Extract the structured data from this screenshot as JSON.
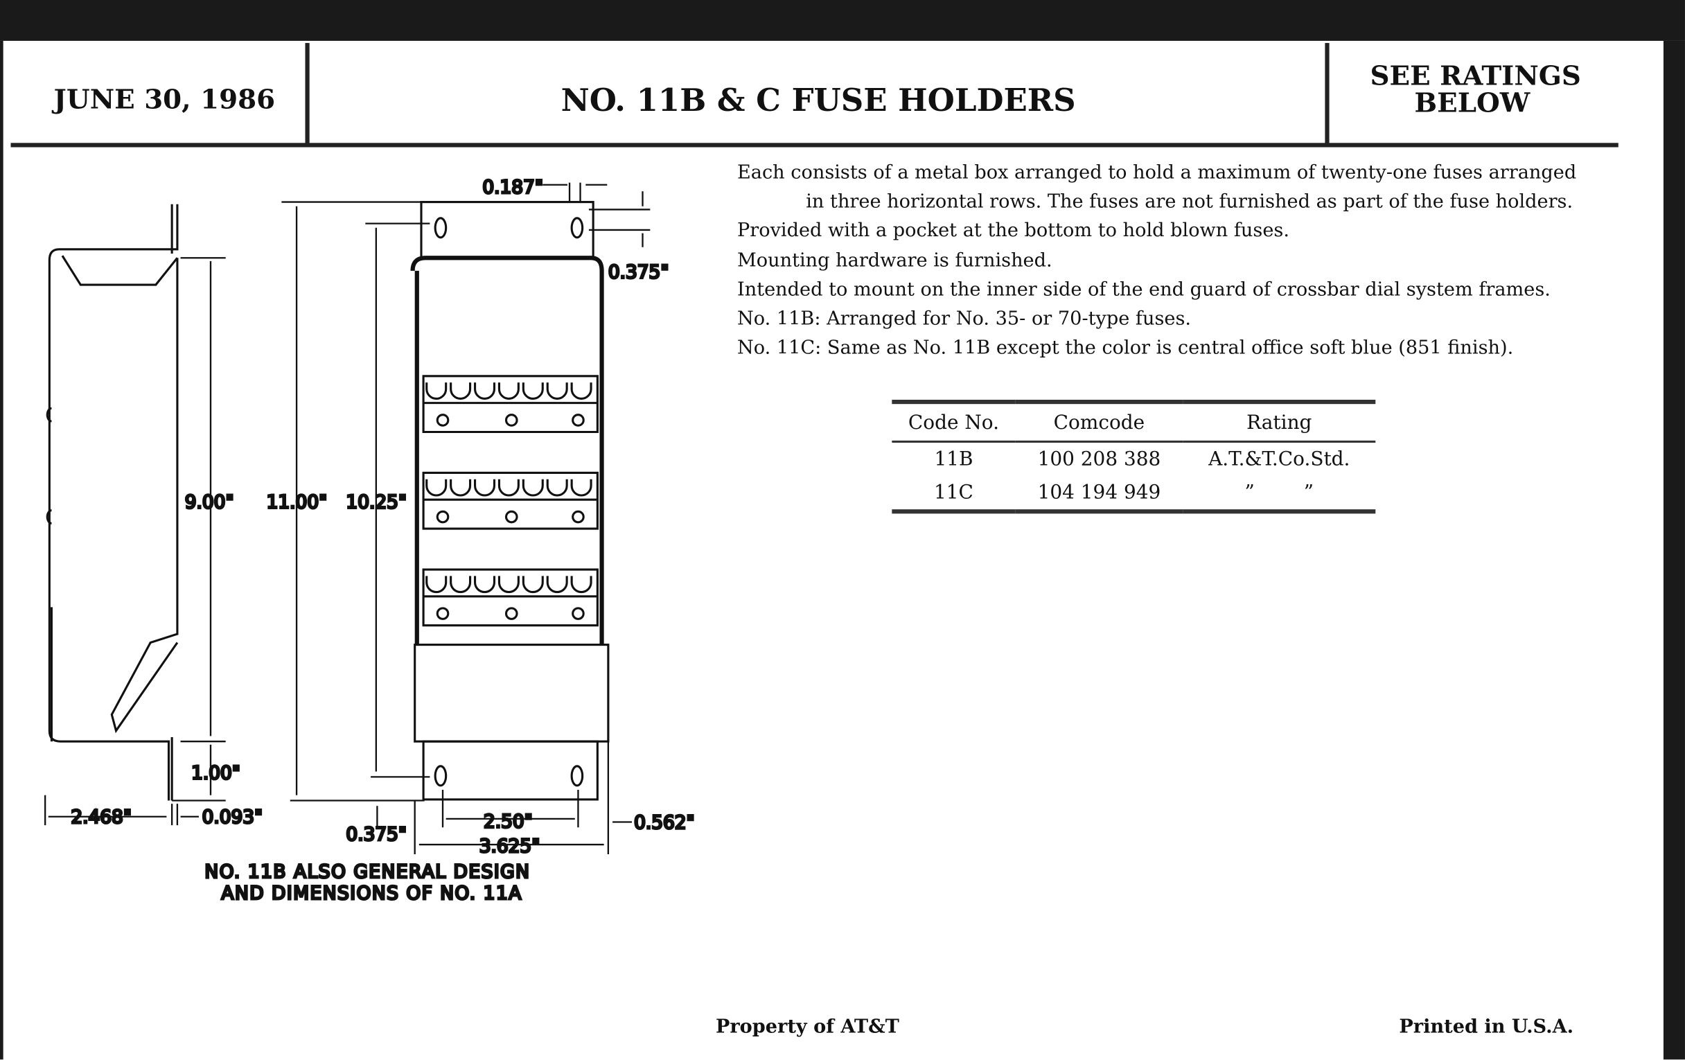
{
  "header": {
    "date": "JUNE 30, 1986",
    "title": "NO. 11B & C FUSE HOLDERS",
    "note_line1": "SEE RATINGS",
    "note_line2": "BELOW"
  },
  "description": {
    "lines": [
      "Each consists of a metal box arranged to hold a maximum of twenty-one fuses arranged",
      "in three horizontal rows. The fuses are not furnished as part of the fuse holders.",
      "Provided with a pocket at the bottom to hold blown fuses.",
      "Mounting hardware is furnished.",
      "Intended to mount on the inner side of the end guard of crossbar dial system frames.",
      "No. 11B: Arranged for No. 35- or 70-type fuses.",
      "No. 11C: Same as No. 11B except the color is central office soft blue (851 finish)."
    ]
  },
  "table": {
    "headers": [
      "Code No.",
      "Comcode",
      "Rating"
    ],
    "rows": [
      [
        "11B",
        "100 208 388",
        "A.T.&T.Co.Std."
      ],
      [
        "11C",
        "104 194 949",
        "”        ”"
      ]
    ]
  },
  "drawing": {
    "dims": {
      "d0187": "0.187\"",
      "d0375top": "0.375\"",
      "d900": "9.00\"",
      "d1100": "11.00\"",
      "d1025": "10.25\"",
      "d100": "1.00\"",
      "d2468": "2.468\"",
      "d0093": "0.093\"",
      "d0375bot": "0.375\"",
      "d250": "2.50\"",
      "d3625": "3.625\"",
      "d0562": "0.562\""
    },
    "caption_line1": "NO. 11B ALSO GENERAL DESIGN",
    "caption_line2": "AND DIMENSIONS OF NO. 11A"
  },
  "footer": {
    "left": "Property of AT&T",
    "right": "Printed in U.S.A."
  }
}
